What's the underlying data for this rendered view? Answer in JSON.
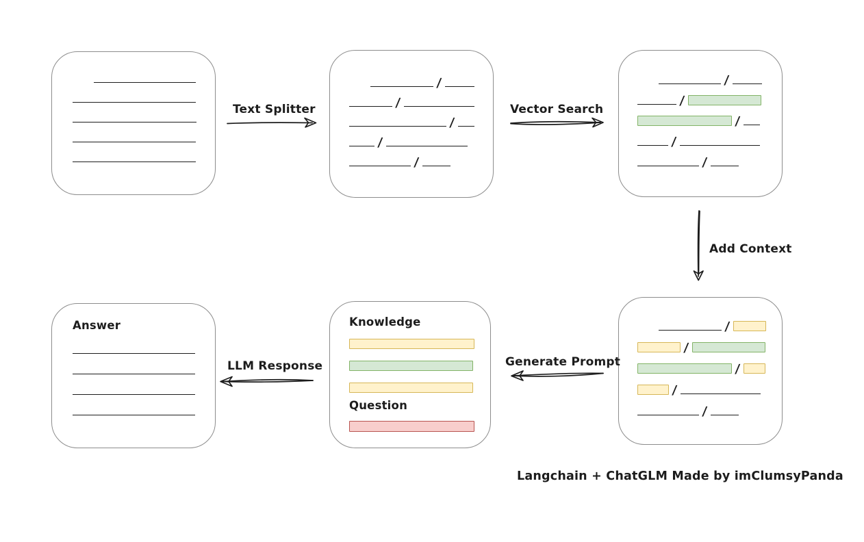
{
  "colors": {
    "background": "#ffffff",
    "box_border": "#8c8c8c",
    "ink": "#1c1c1c",
    "green_fill": "#d5e8d4",
    "green_border": "#82b366",
    "yellow_fill": "#fff2cc",
    "yellow_border": "#d6b656",
    "red_fill": "#f8cecc",
    "red_border": "#b85450"
  },
  "edges": [
    {
      "label": "Text Splitter",
      "from": "source_document",
      "to": "split_document",
      "direction": "right"
    },
    {
      "label": "Vector Search",
      "from": "split_document",
      "to": "matched_document",
      "direction": "right"
    },
    {
      "label": "Add Context",
      "from": "matched_document",
      "to": "context_document",
      "direction": "down"
    },
    {
      "label": "Generate Prompt",
      "from": "context_document",
      "to": "prompt",
      "direction": "left"
    },
    {
      "label": "LLM Response",
      "from": "prompt",
      "to": "answer",
      "direction": "left"
    }
  ],
  "nodes": {
    "source_document": {
      "rows": [
        [
          {
            "t": "gap",
            "w": 31
          },
          {
            "t": "line",
            "w": 149
          }
        ],
        [
          {
            "t": "line",
            "w": 180
          }
        ],
        [
          {
            "t": "line",
            "w": 181
          }
        ],
        [
          {
            "t": "line",
            "w": 180
          }
        ],
        [
          {
            "t": "line",
            "w": 180
          }
        ]
      ]
    },
    "split_document": {
      "rows": [
        [
          {
            "t": "gap",
            "w": 31
          },
          {
            "t": "line",
            "w": 92
          },
          {
            "t": "slash"
          },
          {
            "t": "line",
            "w": 43
          }
        ],
        [
          {
            "t": "line",
            "w": 63
          },
          {
            "t": "slash"
          },
          {
            "t": "line",
            "w": 103
          }
        ],
        [
          {
            "t": "line",
            "w": 142
          },
          {
            "t": "slash"
          },
          {
            "t": "line",
            "w": 24
          }
        ],
        [
          {
            "t": "line",
            "w": 37
          },
          {
            "t": "slash"
          },
          {
            "t": "line",
            "w": 119
          }
        ],
        [
          {
            "t": "line",
            "w": 90
          },
          {
            "t": "slash"
          },
          {
            "t": "line",
            "w": 41
          }
        ]
      ]
    },
    "matched_document": {
      "rows": [
        [
          {
            "t": "gap",
            "w": 31
          },
          {
            "t": "line",
            "w": 91
          },
          {
            "t": "slash"
          },
          {
            "t": "line",
            "w": 43
          }
        ],
        [
          {
            "t": "line",
            "w": 57
          },
          {
            "t": "slash"
          },
          {
            "t": "green",
            "w": 107
          }
        ],
        [
          {
            "t": "green",
            "w": 138
          },
          {
            "t": "slash"
          },
          {
            "t": "line",
            "w": 24
          }
        ],
        [
          {
            "t": "line",
            "w": 45
          },
          {
            "t": "slash"
          },
          {
            "t": "line",
            "w": 117
          }
        ],
        [
          {
            "t": "line",
            "w": 90
          },
          {
            "t": "slash"
          },
          {
            "t": "line",
            "w": 41
          }
        ]
      ]
    },
    "context_document": {
      "rows": [
        [
          {
            "t": "gap",
            "w": 31
          },
          {
            "t": "line",
            "w": 92
          },
          {
            "t": "slash"
          },
          {
            "t": "yellow",
            "w": 48
          }
        ],
        [
          {
            "t": "yellow",
            "w": 63
          },
          {
            "t": "slash"
          },
          {
            "t": "green",
            "w": 107
          }
        ],
        [
          {
            "t": "green",
            "w": 138
          },
          {
            "t": "slash"
          },
          {
            "t": "yellow",
            "w": 32
          }
        ],
        [
          {
            "t": "yellow",
            "w": 46
          },
          {
            "t": "slash"
          },
          {
            "t": "line",
            "w": 117
          }
        ],
        [
          {
            "t": "line",
            "w": 90
          },
          {
            "t": "slash"
          },
          {
            "t": "line",
            "w": 41
          }
        ]
      ]
    },
    "prompt": {
      "knowledge_label": "Knowledge",
      "question_label": "Question",
      "knowledge_bars": [
        [
          {
            "t": "yellow",
            "w": 183
          }
        ],
        [
          {
            "t": "green",
            "w": 181
          }
        ],
        [
          {
            "t": "yellow",
            "w": 181
          }
        ]
      ],
      "question_bars": [
        [
          {
            "t": "red",
            "w": 183
          }
        ]
      ]
    },
    "answer": {
      "title": "Answer",
      "rows": [
        [
          {
            "t": "line",
            "w": 179
          }
        ],
        [
          {
            "t": "line",
            "w": 179
          }
        ],
        [
          {
            "t": "line",
            "w": 179
          }
        ],
        [
          {
            "t": "line",
            "w": 179
          }
        ]
      ]
    }
  },
  "footer": {
    "credit": "Langchain + ChatGLM Made by imClumsyPanda"
  }
}
